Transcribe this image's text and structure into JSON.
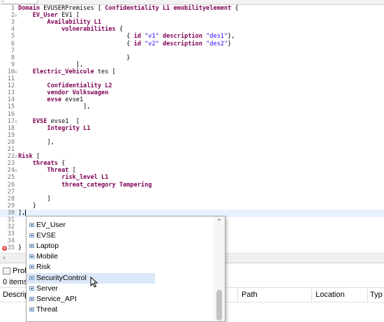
{
  "editor": {
    "lines": [
      {
        "n": "1",
        "fold": "",
        "tokens": [
          {
            "t": "kw",
            "v": "Domain "
          },
          {
            "t": "plain",
            "v": "EVUSERPremises [ "
          },
          {
            "t": "kw",
            "v": "Confidentiality L1 emobilityelement"
          },
          {
            "t": "plain",
            "v": " {"
          }
        ]
      },
      {
        "n": "2",
        "fold": "⊖",
        "tokens": [
          {
            "t": "plain",
            "v": "    "
          },
          {
            "t": "kw",
            "v": "EV_User"
          },
          {
            "t": "plain",
            "v": " EV1 ["
          }
        ]
      },
      {
        "n": "3",
        "fold": "",
        "tokens": [
          {
            "t": "plain",
            "v": "        "
          },
          {
            "t": "kw",
            "v": "Availability L1"
          }
        ]
      },
      {
        "n": "4",
        "fold": "",
        "tokens": [
          {
            "t": "plain",
            "v": "            "
          },
          {
            "t": "kw",
            "v": "vulnerabilities"
          },
          {
            "t": "plain",
            "v": " {"
          }
        ]
      },
      {
        "n": "5",
        "fold": "",
        "tokens": [
          {
            "t": "plain",
            "v": "                              { "
          },
          {
            "t": "kw",
            "v": "id "
          },
          {
            "t": "str",
            "v": "\"v1\""
          },
          {
            "t": "kw",
            "v": " description "
          },
          {
            "t": "str",
            "v": "\"des1\""
          },
          {
            "t": "plain",
            "v": "},"
          }
        ]
      },
      {
        "n": "6",
        "fold": "",
        "tokens": [
          {
            "t": "plain",
            "v": "                              { "
          },
          {
            "t": "kw",
            "v": "id "
          },
          {
            "t": "str",
            "v": "\"v2\""
          },
          {
            "t": "kw",
            "v": " description "
          },
          {
            "t": "str",
            "v": "\"des2\""
          },
          {
            "t": "plain",
            "v": "}"
          }
        ]
      },
      {
        "n": "7",
        "fold": "",
        "tokens": []
      },
      {
        "n": "8",
        "fold": "",
        "tokens": [
          {
            "t": "plain",
            "v": "                              }"
          }
        ]
      },
      {
        "n": "9",
        "fold": "",
        "tokens": [
          {
            "t": "plain",
            "v": "                ],"
          }
        ]
      },
      {
        "n": "10",
        "fold": "⊖",
        "tokens": [
          {
            "t": "plain",
            "v": "    "
          },
          {
            "t": "kw",
            "v": "Electric_Vehicule"
          },
          {
            "t": "plain",
            "v": " tes ["
          }
        ]
      },
      {
        "n": "11",
        "fold": "",
        "tokens": []
      },
      {
        "n": "12",
        "fold": "",
        "tokens": [
          {
            "t": "plain",
            "v": "        "
          },
          {
            "t": "kw",
            "v": "Confidentiality L2"
          }
        ]
      },
      {
        "n": "13",
        "fold": "",
        "tokens": [
          {
            "t": "plain",
            "v": "        "
          },
          {
            "t": "kw",
            "v": "vendor Volkswagen"
          }
        ]
      },
      {
        "n": "14",
        "fold": "",
        "tokens": [
          {
            "t": "plain",
            "v": "        "
          },
          {
            "t": "kw",
            "v": "evse"
          },
          {
            "t": "plain",
            "v": " evse1"
          }
        ]
      },
      {
        "n": "15",
        "fold": "",
        "tokens": [
          {
            "t": "plain",
            "v": "                  ],"
          }
        ]
      },
      {
        "n": "16",
        "fold": "",
        "tokens": []
      },
      {
        "n": "17",
        "fold": "⊖",
        "tokens": [
          {
            "t": "plain",
            "v": "    "
          },
          {
            "t": "kw",
            "v": "EVSE"
          },
          {
            "t": "plain",
            "v": " evse1  ["
          }
        ]
      },
      {
        "n": "18",
        "fold": "",
        "tokens": [
          {
            "t": "plain",
            "v": "        "
          },
          {
            "t": "kw",
            "v": "Integrity L1"
          }
        ]
      },
      {
        "n": "19",
        "fold": "",
        "tokens": []
      },
      {
        "n": "20",
        "fold": "",
        "tokens": [
          {
            "t": "plain",
            "v": "        ],"
          }
        ]
      },
      {
        "n": "21",
        "fold": "",
        "tokens": []
      },
      {
        "n": "22",
        "fold": "⊖",
        "tokens": [
          {
            "t": "kw",
            "v": "Risk"
          },
          {
            "t": "plain",
            "v": " ["
          }
        ]
      },
      {
        "n": "23",
        "fold": "",
        "tokens": [
          {
            "t": "plain",
            "v": "    "
          },
          {
            "t": "kw",
            "v": "threats"
          },
          {
            "t": "plain",
            "v": " {"
          }
        ]
      },
      {
        "n": "24",
        "fold": "⊖",
        "tokens": [
          {
            "t": "plain",
            "v": "        "
          },
          {
            "t": "kw",
            "v": "Threat"
          },
          {
            "t": "plain",
            "v": " ["
          }
        ]
      },
      {
        "n": "25",
        "fold": "",
        "tokens": [
          {
            "t": "plain",
            "v": "            "
          },
          {
            "t": "kw",
            "v": "risk_level L1"
          }
        ]
      },
      {
        "n": "26",
        "fold": "",
        "tokens": [
          {
            "t": "plain",
            "v": "            "
          },
          {
            "t": "kw",
            "v": "threat_category Tampering"
          }
        ]
      },
      {
        "n": "27",
        "fold": "",
        "tokens": []
      },
      {
        "n": "28",
        "fold": "",
        "tokens": [
          {
            "t": "plain",
            "v": "        ]"
          }
        ]
      },
      {
        "n": "29",
        "fold": "",
        "tokens": [
          {
            "t": "plain",
            "v": "    }"
          }
        ]
      },
      {
        "n": "30",
        "fold": "",
        "tokens": [
          {
            "t": "plain",
            "v": "],"
          }
        ],
        "current": true
      },
      {
        "n": "31",
        "fold": "",
        "tokens": []
      },
      {
        "n": "32",
        "fold": "",
        "tokens": []
      },
      {
        "n": "33",
        "fold": "",
        "tokens": []
      },
      {
        "n": "34",
        "fold": "",
        "tokens": []
      },
      {
        "n": "35",
        "fold": "",
        "tokens": [
          {
            "t": "plain",
            "v": "}"
          }
        ],
        "error": true
      }
    ]
  },
  "problems": {
    "tab_label": "Proble",
    "count": "0 items",
    "columns": [
      "Descript",
      "Path",
      "Location",
      "Typ"
    ]
  },
  "autocomplete": {
    "items": [
      "EV_User",
      "EVSE",
      "Laptop",
      "Mobile",
      "Risk",
      "SecurityControl",
      "Server",
      "Service_API",
      "Threat"
    ],
    "selected_index": 5
  }
}
